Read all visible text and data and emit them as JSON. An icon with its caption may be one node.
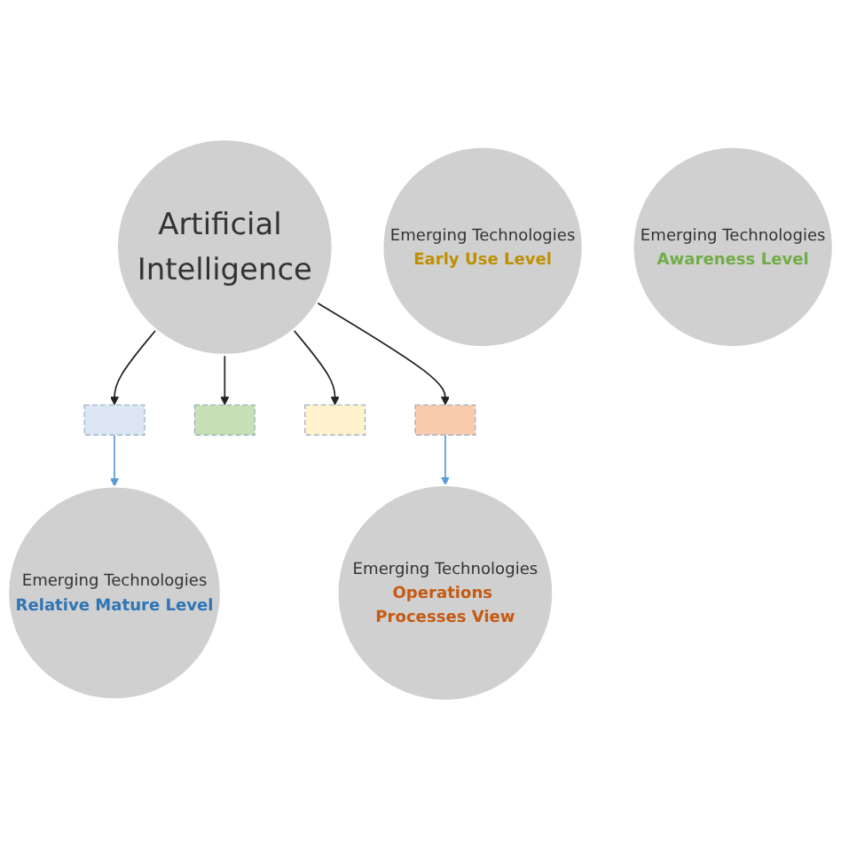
{
  "diagram": {
    "nodes": [
      {
        "text": [
          "Artificial Intelligence"
        ]
      },
      {
        "text": [
          "Emerging Technologies",
          "Relative Mature Level"
        ]
      },
      {
        "text": [
          "Emerging Technologies",
          "Early Use Level"
        ]
      },
      {
        "text": [
          "Emerging Technologies",
          "Awareness Level"
        ]
      },
      {
        "text": [
          "Emerging Technologies",
          "Operations Processes View"
        ]
      },
      {
        "text": [],
        "shape": "box"
      },
      {
        "text": [],
        "shape": "box"
      },
      {
        "text": [],
        "shape": "box"
      },
      {
        "text": [],
        "shape": "box"
      }
    ],
    "edges": [
      {
        "from": 0,
        "to": 5,
        "arrow": "to"
      },
      {
        "from": 5,
        "to": 1,
        "arrow": "to",
        "color": "#5b9bd5"
      },
      {
        "from": 0,
        "to": 6,
        "arrow": "to"
      },
      {
        "from": 0,
        "to": 7,
        "arrow": "to"
      },
      {
        "from": 0,
        "to": 8,
        "arrow": "to"
      },
      {
        "from": 8,
        "to": 4,
        "arrow": "to",
        "color": "#5b9bd5"
      }
    ]
  }
}
